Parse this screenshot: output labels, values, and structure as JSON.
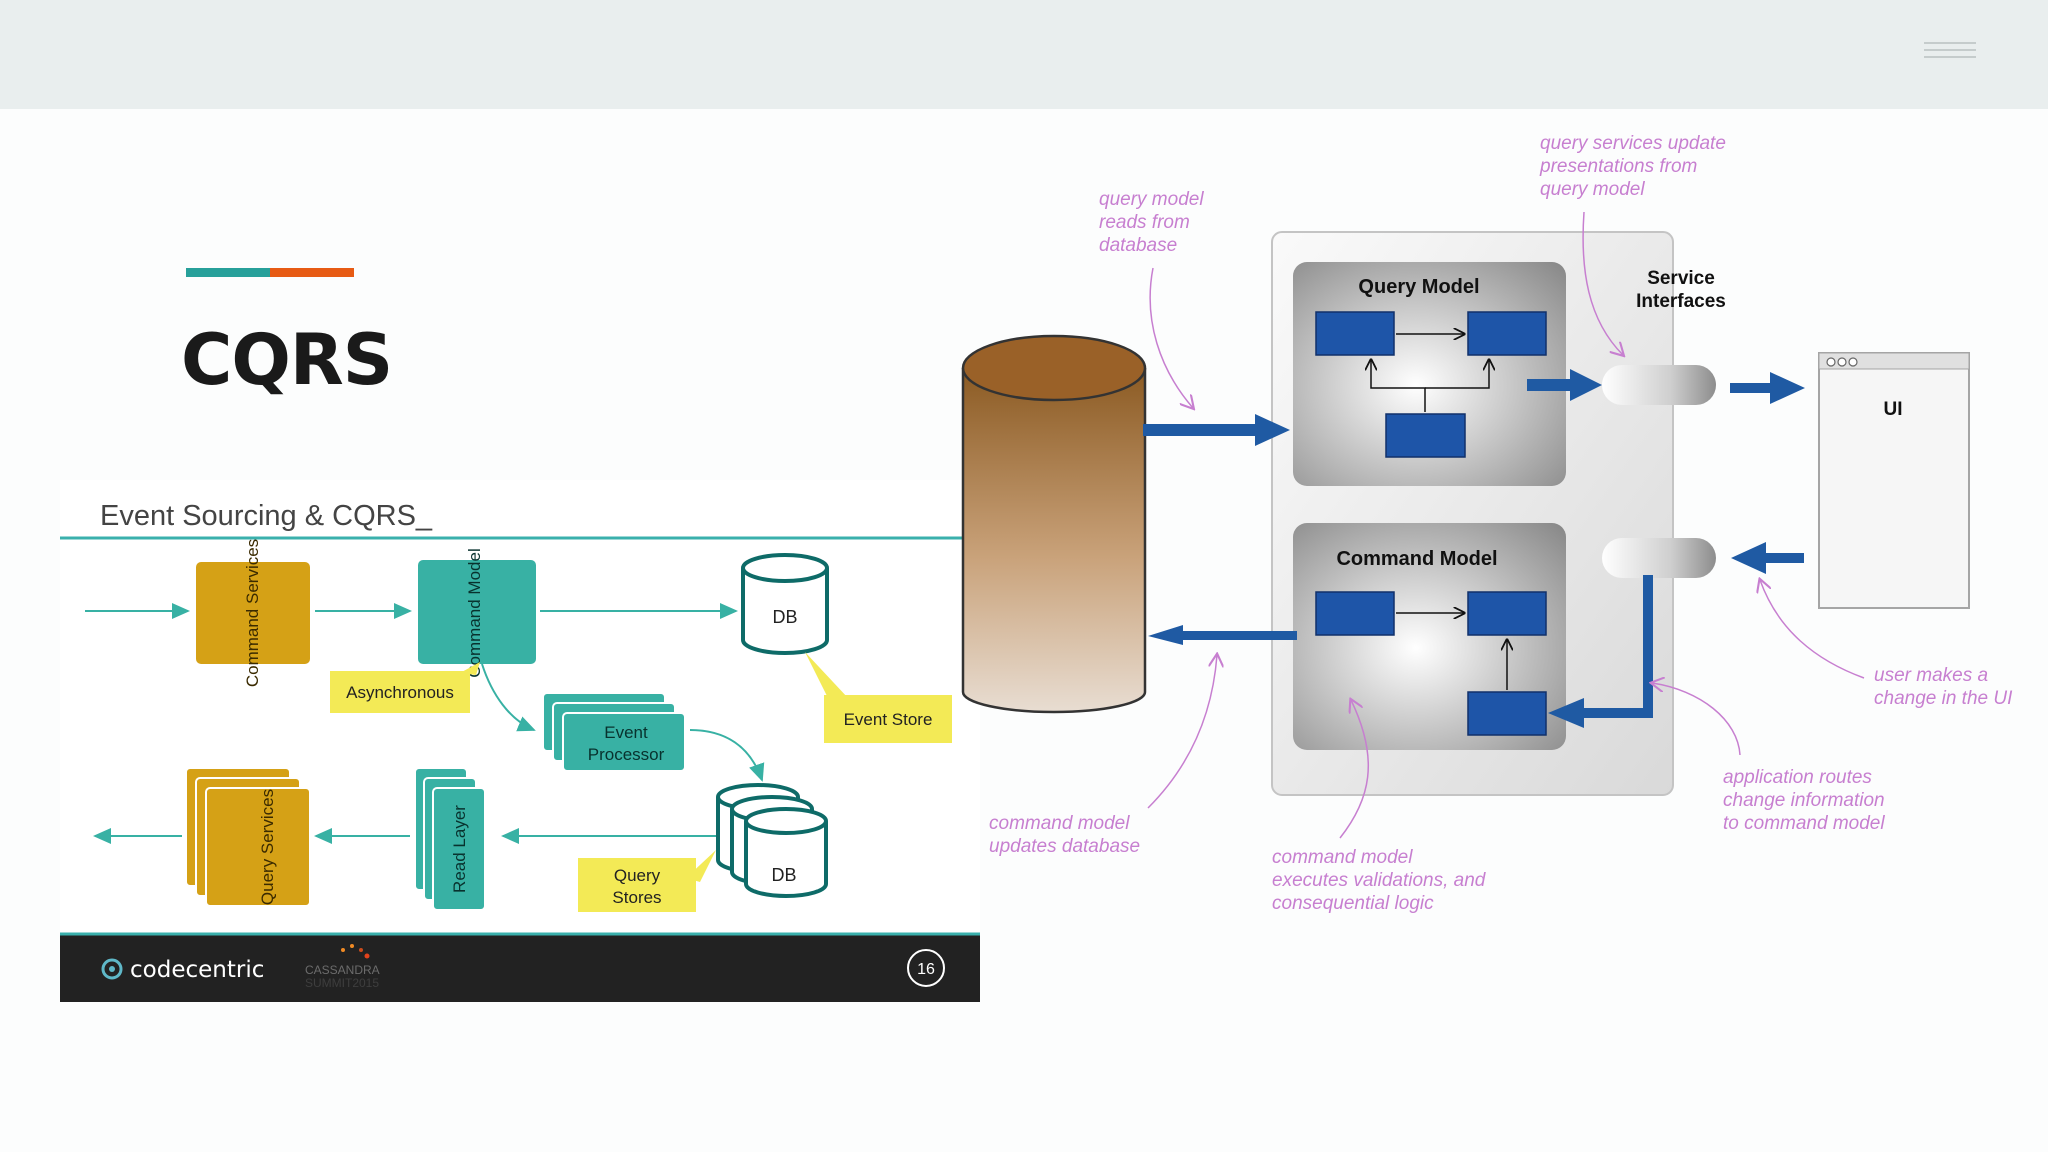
{
  "slide": {
    "title": "CQRS",
    "accent_colors": [
      "#27a09a",
      "#e75b14"
    ]
  },
  "left_figure": {
    "header": "Event Sourcing & CQRS_",
    "nodes": {
      "command_services": "Command Services",
      "command_model": "Command Model",
      "db_top": "DB",
      "asynchronous": "Asynchronous",
      "event_store": "Event Store",
      "event_processor_line1": "Event",
      "event_processor_line2": "Processor",
      "query_services": "Query Services",
      "read_layer": "Read Layer",
      "query_stores_line1": "Query",
      "query_stores_line2": "Stores",
      "db_bottom": "DB"
    },
    "footer": {
      "brand": "codecentric",
      "event_logo_line1": "CASSANDRA",
      "event_logo_line2": "SUMMIT2015",
      "page_number": "16"
    },
    "colors": {
      "gold": "#d5a116",
      "teal": "#38b1a4",
      "yellow": "#f3ea56",
      "footer_bg": "#222222"
    }
  },
  "right_figure": {
    "query_model": "Query Model",
    "command_model": "Command Model",
    "service_interfaces_line1": "Service",
    "service_interfaces_line2": "Interfaces",
    "ui_window": "UI",
    "annotations": {
      "query_reads": [
        "query model",
        "reads from",
        "database"
      ],
      "query_services_update": [
        "query services update",
        "presentations from",
        "query model"
      ],
      "user_change": [
        "user makes a",
        "change in the UI"
      ],
      "app_routes": [
        "application routes",
        "change information",
        "to command model"
      ],
      "command_updates": [
        "command model",
        "updates database"
      ],
      "command_executes": [
        "command model",
        "executes validations, and",
        "consequential logic"
      ]
    },
    "colors": {
      "annotation": "#c77fd0",
      "arrow": "#1f5aa3",
      "box_fill": "#1e55a8"
    }
  }
}
